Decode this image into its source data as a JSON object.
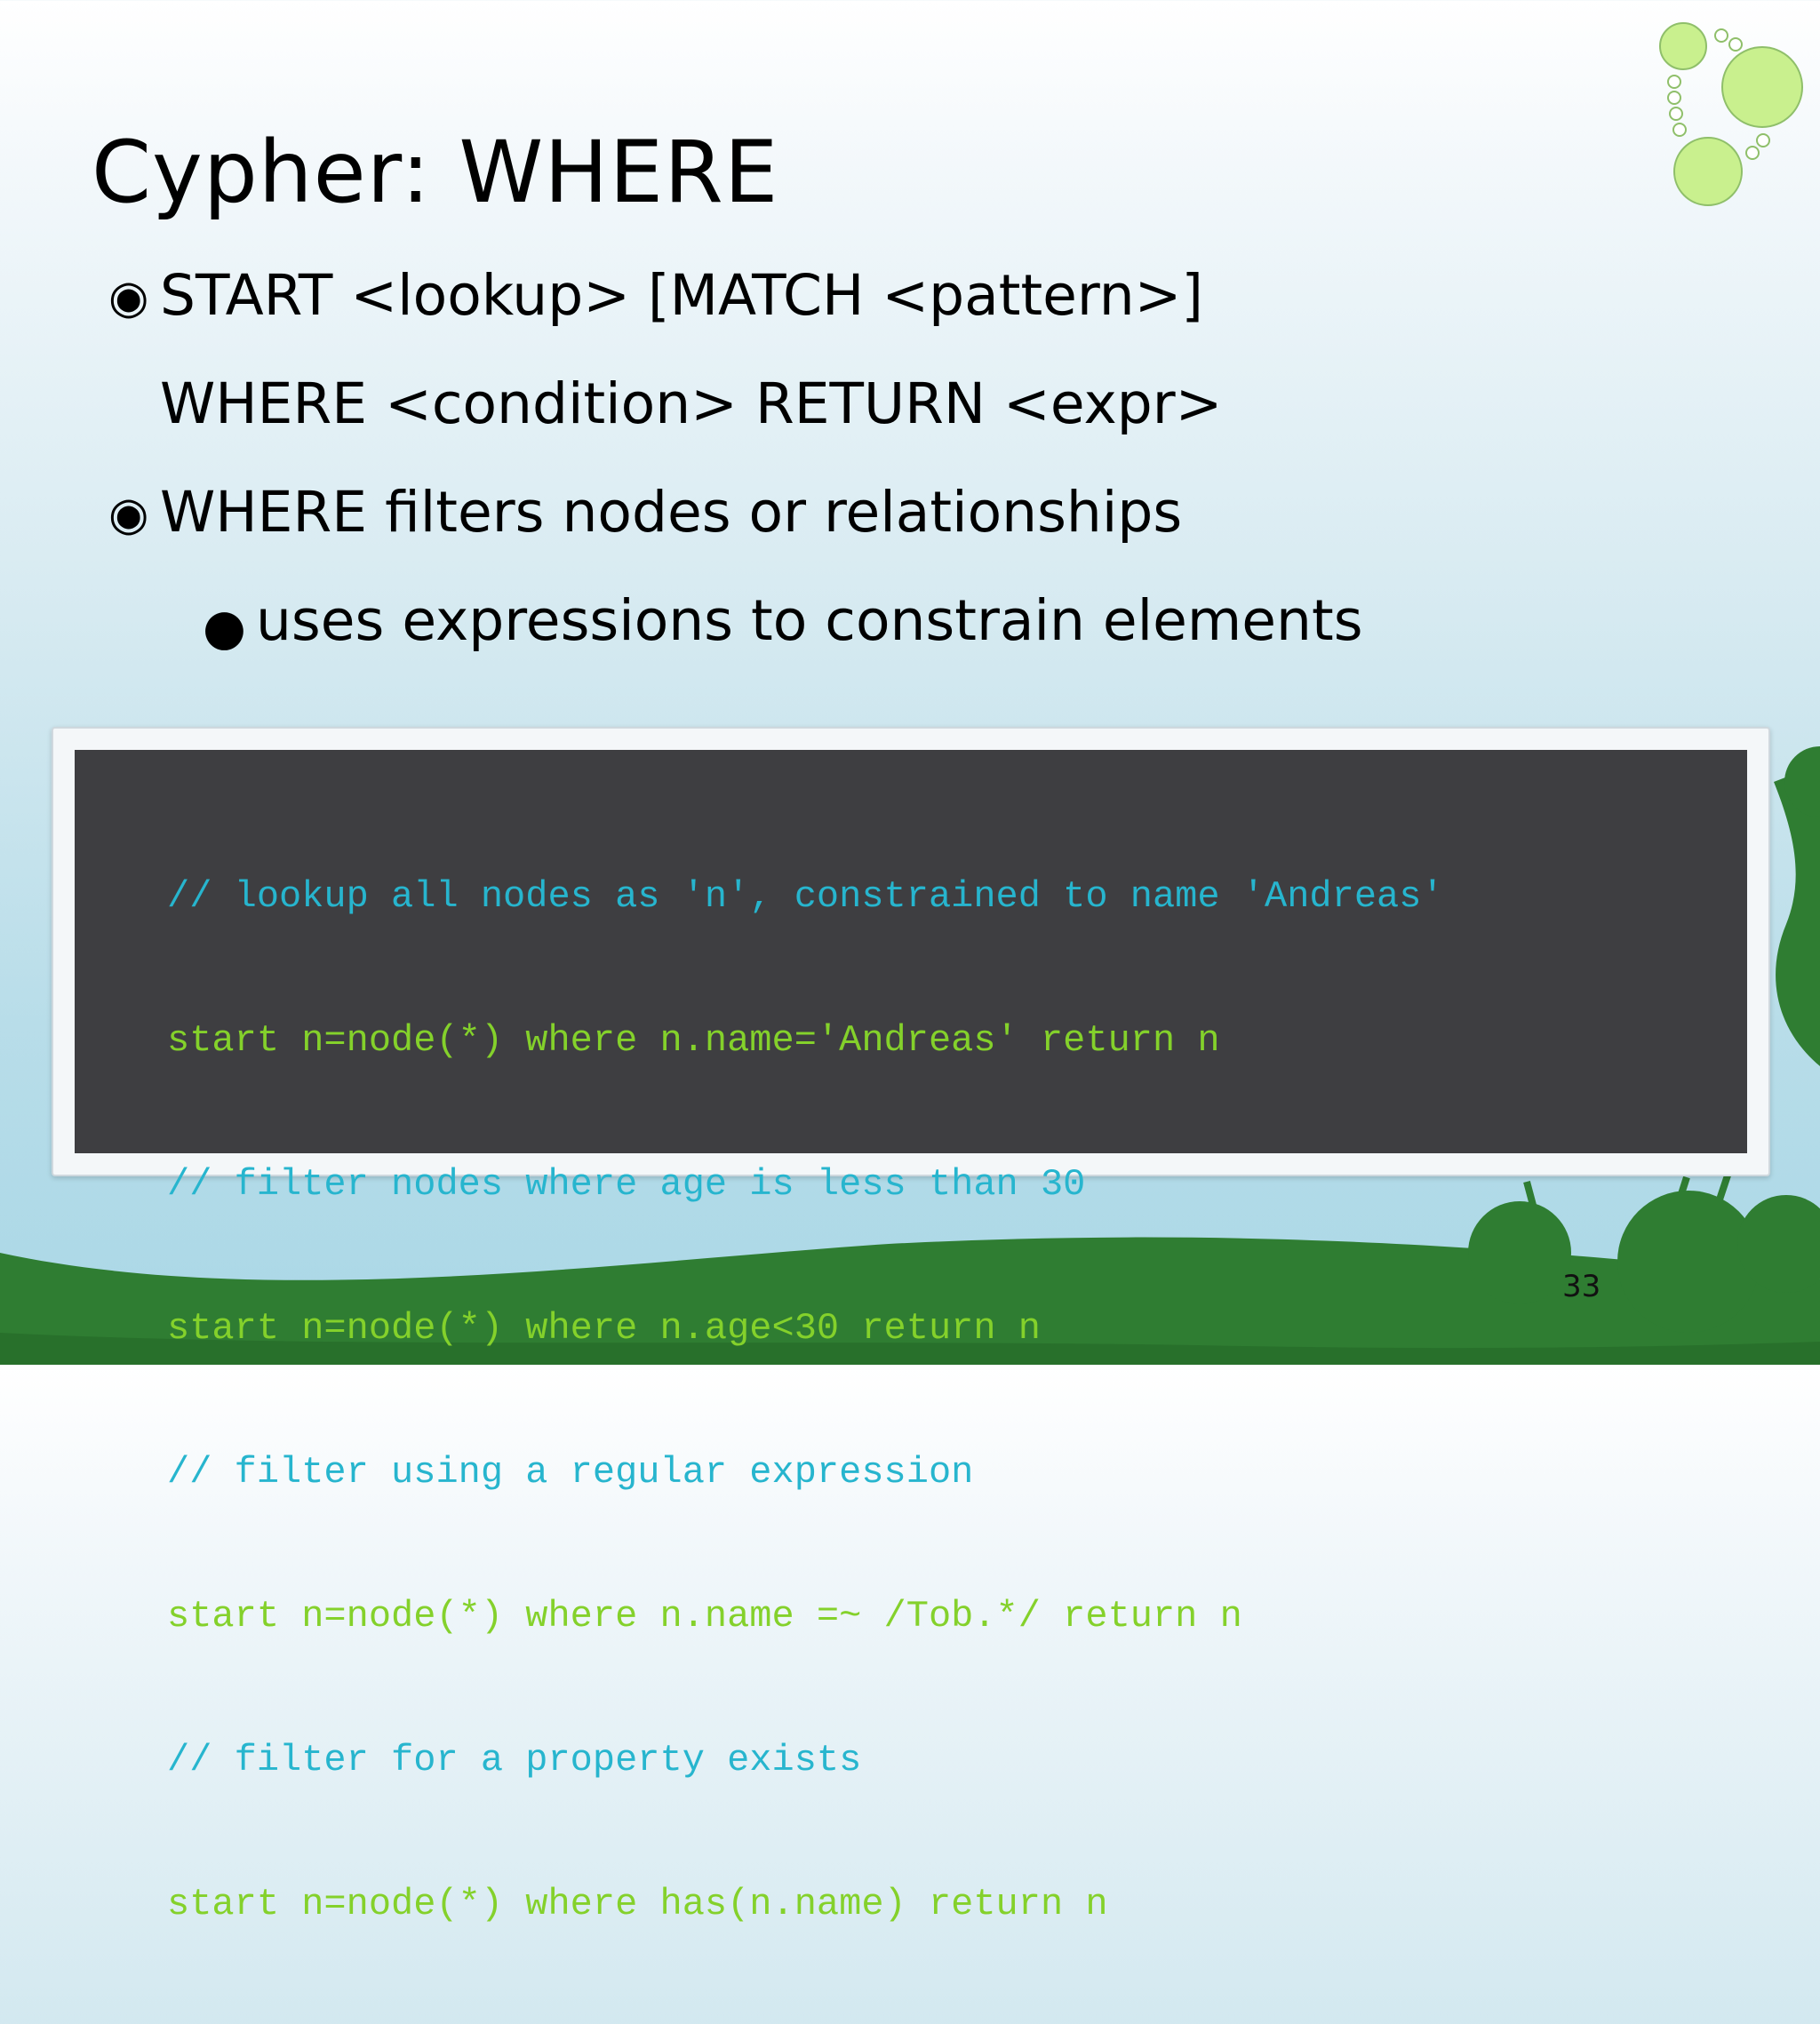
{
  "slide": {
    "title": "Cypher: WHERE",
    "bullets": [
      {
        "marker": "◉",
        "text": "START <lookup> [MATCH <pattern>]"
      },
      {
        "marker": "",
        "text": "WHERE <condition> RETURN <expr>"
      },
      {
        "marker": "◉",
        "text": "WHERE filters nodes or relationships"
      }
    ],
    "sub_bullet": {
      "marker": "●",
      "text": "uses expressions to constrain elements"
    },
    "code_lines": [
      "// lookup all nodes as 'n', constrained to name 'Andreas'",
      "start n=node(*) where n.name='Andreas' return n",
      "// filter nodes where age is less than 30",
      "start n=node(*) where n.age<30 return n",
      "// filter using a regular expression",
      "start n=node(*) where n.name =~ /Tob.*/ return n",
      "// filter for a property exists",
      "start n=node(*) where has(n.name) return n"
    ],
    "page_number": "33"
  },
  "colors": {
    "code_background": "#3e3e41",
    "comment": "#27b5ce",
    "code": "#84d12b",
    "hill": "#2f7d32",
    "bubble": "#c9f08e"
  }
}
